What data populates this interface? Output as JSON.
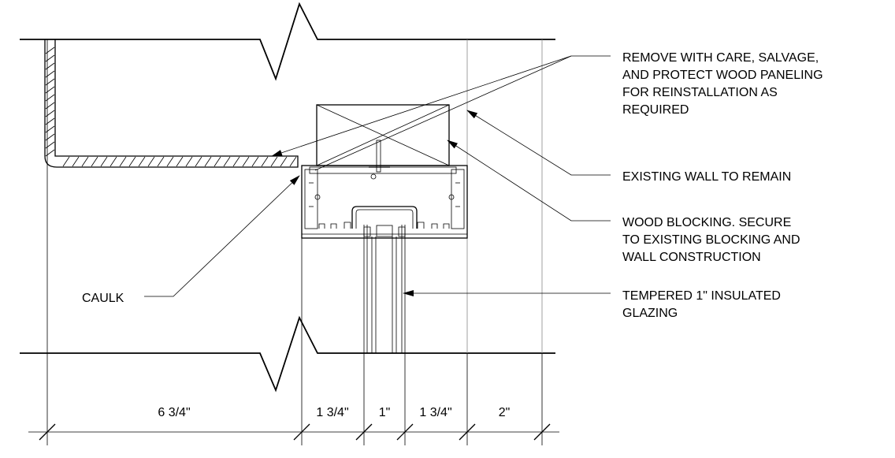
{
  "annotations": {
    "remove_paneling": [
      "REMOVE WITH CARE, SALVAGE,",
      "AND PROTECT WOOD PANELING",
      "FOR REINSTALLATION AS",
      "REQUIRED"
    ],
    "existing_wall": [
      "EXISTING WALL TO REMAIN"
    ],
    "wood_blocking": [
      "WOOD BLOCKING. SECURE",
      "TO EXISTING BLOCKING AND",
      "WALL CONSTRUCTION"
    ],
    "tempered_glazing": [
      "TEMPERED 1\" INSULATED",
      "GLAZING"
    ],
    "caulk": [
      "CAULK"
    ]
  },
  "dimensions": {
    "d1": "6 3/4\"",
    "d2": "1 3/4\"",
    "d3": "1\"",
    "d4": "1 3/4\"",
    "d5": "2\""
  }
}
